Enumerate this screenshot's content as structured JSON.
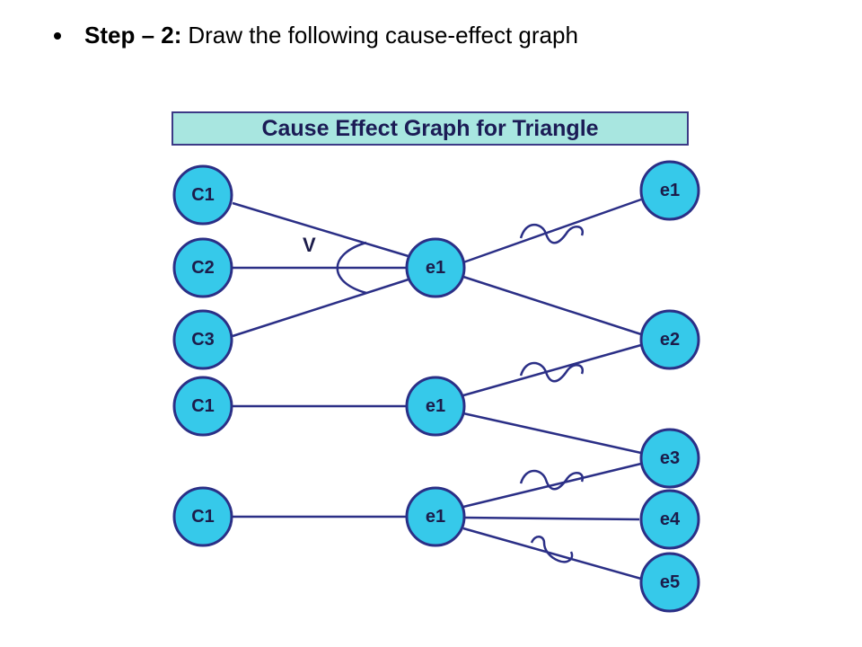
{
  "slide": {
    "step_label": "Step – 2:",
    "step_text": "Draw the following cause-effect graph"
  },
  "diagram": {
    "title": "Cause Effect Graph for Triangle",
    "or_symbol": "V",
    "nodes": {
      "c1_a": "C1",
      "c2": "C2",
      "c3": "C3",
      "c1_b": "C1",
      "c1_c": "C1",
      "mid_a": "e1",
      "mid_b": "e1",
      "mid_c": "e1",
      "e1": "e1",
      "e2": "e2",
      "e3": "e3",
      "e4": "e4",
      "e5": "e5"
    },
    "colors": {
      "node_fill": "#36c9ea",
      "node_stroke": "#2b2f86",
      "title_fill": "#a8e6e0",
      "line": "#2b2f86"
    }
  }
}
